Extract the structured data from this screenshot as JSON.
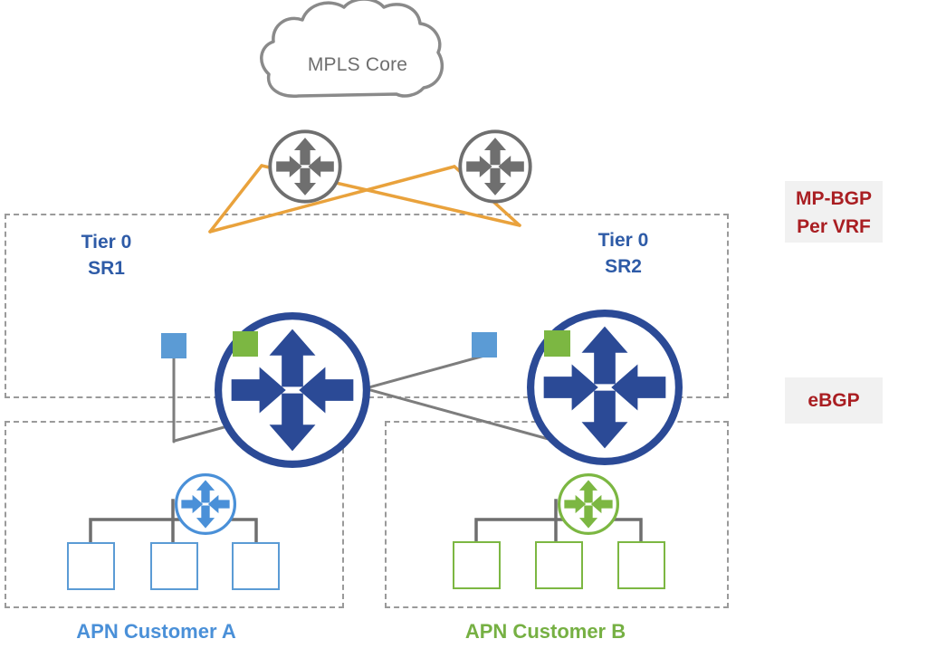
{
  "palette": {
    "navy": "#2b4a96",
    "gray_line": "#7d7d7d",
    "dark_gray_tree": "#6f6f6f",
    "orange_link": "#e9a23c",
    "customer_a_blue": "#5b9bd5",
    "customer_a_text_blue": "#4a90d8",
    "customer_b_green": "#7cb742",
    "annotation_red": "#a91e22",
    "annotation_bg": "#f1f1f1",
    "tier_label_blue": "#2e5ba7",
    "cloud_gray": "#8a8a8a"
  },
  "cloud": {
    "label": "MPLS Core",
    "icon": "cloud-icon"
  },
  "core_routers": [
    {
      "icon": "router-icon",
      "name": "mpls-core-router-1"
    },
    {
      "icon": "router-icon",
      "name": "mpls-core-router-2"
    }
  ],
  "tier0": {
    "sr1": {
      "name_line1": "Tier 0",
      "name_line2": "SR1",
      "icon": "router-icon",
      "badges": [
        "vrf-a-blue-square",
        "vrf-b-green-square"
      ]
    },
    "sr2": {
      "name_line1": "Tier 0",
      "name_line2": "SR2",
      "icon": "router-icon",
      "badges": [
        "vrf-a-blue-square",
        "vrf-b-green-square"
      ]
    }
  },
  "annotations": {
    "mp_bgp": {
      "line1": "MP-BGP",
      "line2": "Per VRF"
    },
    "ebgp": {
      "label": "eBGP"
    }
  },
  "customers": {
    "a": {
      "label": "APN Customer A",
      "router_icon": "router-icon",
      "endpoint_count": 3
    },
    "b": {
      "label": "APN Customer B",
      "router_icon": "router-icon",
      "endpoint_count": 3
    }
  }
}
